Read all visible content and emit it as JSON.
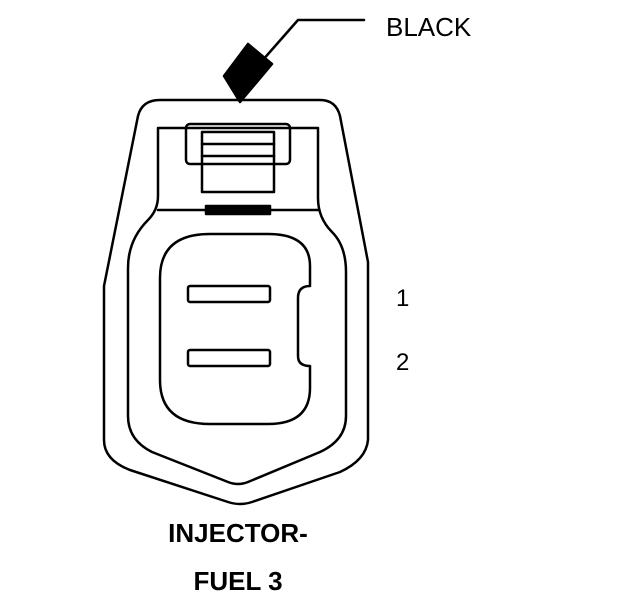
{
  "connector": {
    "wire_color": "BLACK",
    "pins": [
      {
        "number": "1"
      },
      {
        "number": "2"
      }
    ],
    "name_lines": [
      "INJECTOR-",
      "FUEL 3"
    ]
  },
  "colors": {
    "line": "#000000",
    "background": "#ffffff"
  }
}
